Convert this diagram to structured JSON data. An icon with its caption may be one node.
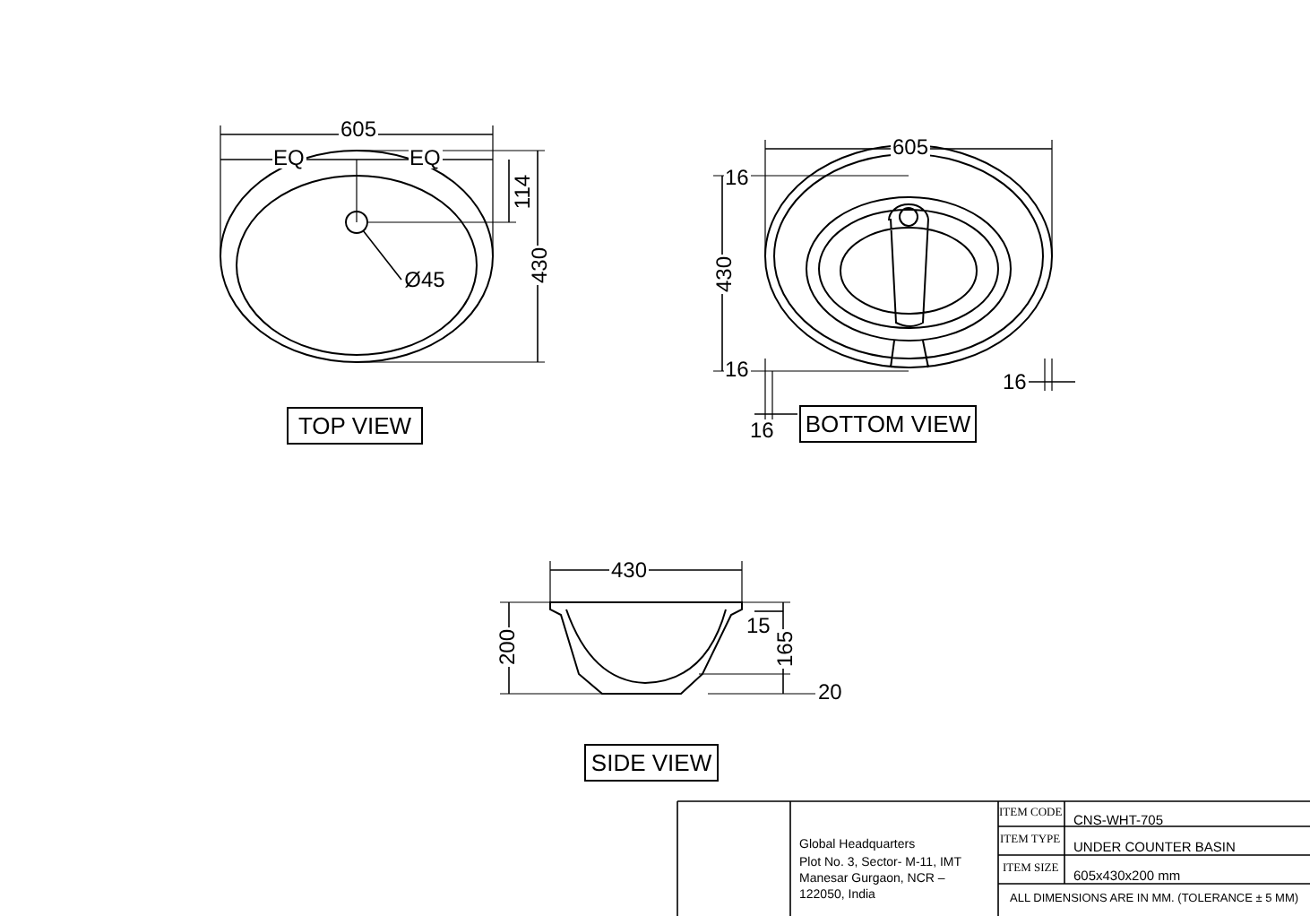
{
  "diagram": {
    "nodes": [
      {
        "text": [],
        "shape": "circle"
      },
      {
        "text": [
          "Ø45"
        ]
      },
      {
        "text": [
          "TOP VIEW"
        ]
      },
      {
        "text": [
          "BOTTOM VIEW"
        ]
      },
      {
        "text": [
          "SIDE VIEW"
        ]
      }
    ],
    "edges": [
      {
        "from": 1,
        "to": 0,
        "arrow": "none"
      }
    ],
    "labels": [
      "605",
      "EQ",
      "EQ",
      "114",
      "430",
      "605",
      "16",
      "430",
      "16",
      "16",
      "16",
      "430",
      "15",
      "200",
      "165",
      "20",
      "Global Headquarters",
      "Plot No. 3, Sector- M-11, IMT Manesar Gurgaon, NCR – 122050, India",
      "ITEM CODE",
      "CNS-WHT-705",
      "ITEM TYPE",
      "UNDER COUNTER BASIN",
      "ITEM SIZE",
      "605x430x200 mm",
      "ALL DIMENSIONS ARE IN MM. (TOLERANCE ± 5 MM)"
    ]
  }
}
